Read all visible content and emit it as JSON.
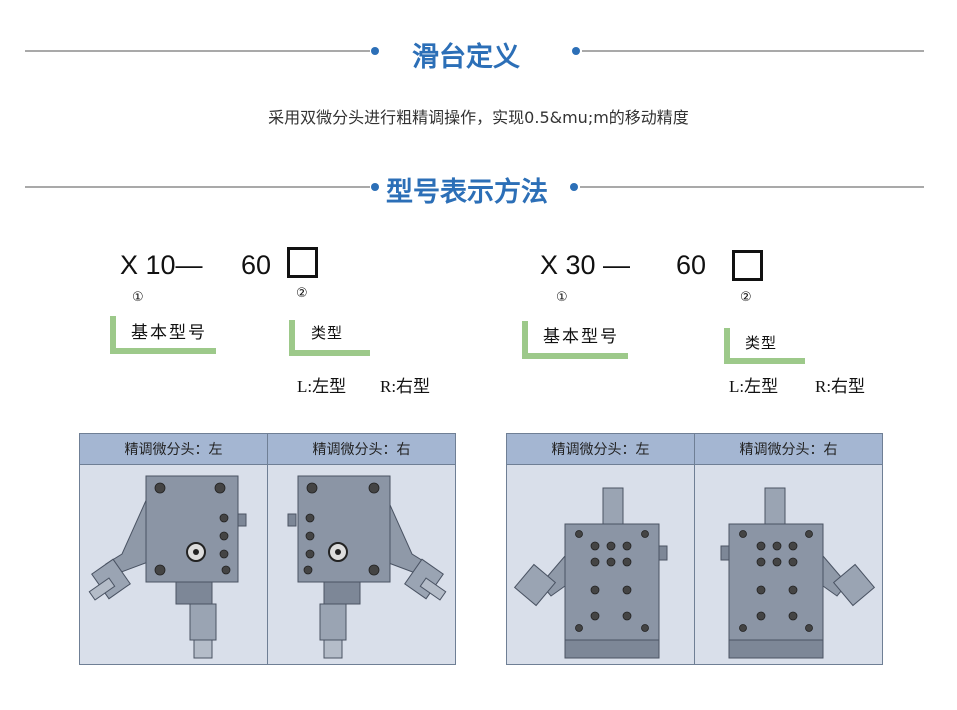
{
  "sections": {
    "definition_title": "滑台定义",
    "definition_text": "采用双微分头进行粗精调操作，实现0.5&mu;m的移动精度",
    "model_title": "型号表示方法"
  },
  "models": [
    {
      "prefix": "X 10—",
      "size": "60",
      "marker1": "①",
      "marker2": "②",
      "base_label": "基本型号",
      "type_label": "类型",
      "option_left": "L:左型",
      "option_right": "R:右型"
    },
    {
      "prefix": "X 30 —",
      "size": "60",
      "marker1": "①",
      "marker2": "②",
      "base_label": "基本型号",
      "type_label": "类型",
      "option_left": "L:左型",
      "option_right": "R:右型"
    }
  ],
  "panels": [
    {
      "left_header": "精调微分头：左",
      "right_header": "精调微分头：右"
    },
    {
      "left_header": "精调微分头：左",
      "right_header": "精调微分头：右"
    }
  ],
  "colors": {
    "accent": "#2c6fb7",
    "bracket": "#9dc98a",
    "panel_header": "#a4b6d2",
    "panel_body": "#d9dfea",
    "stage_metal": "#8f99a8"
  }
}
